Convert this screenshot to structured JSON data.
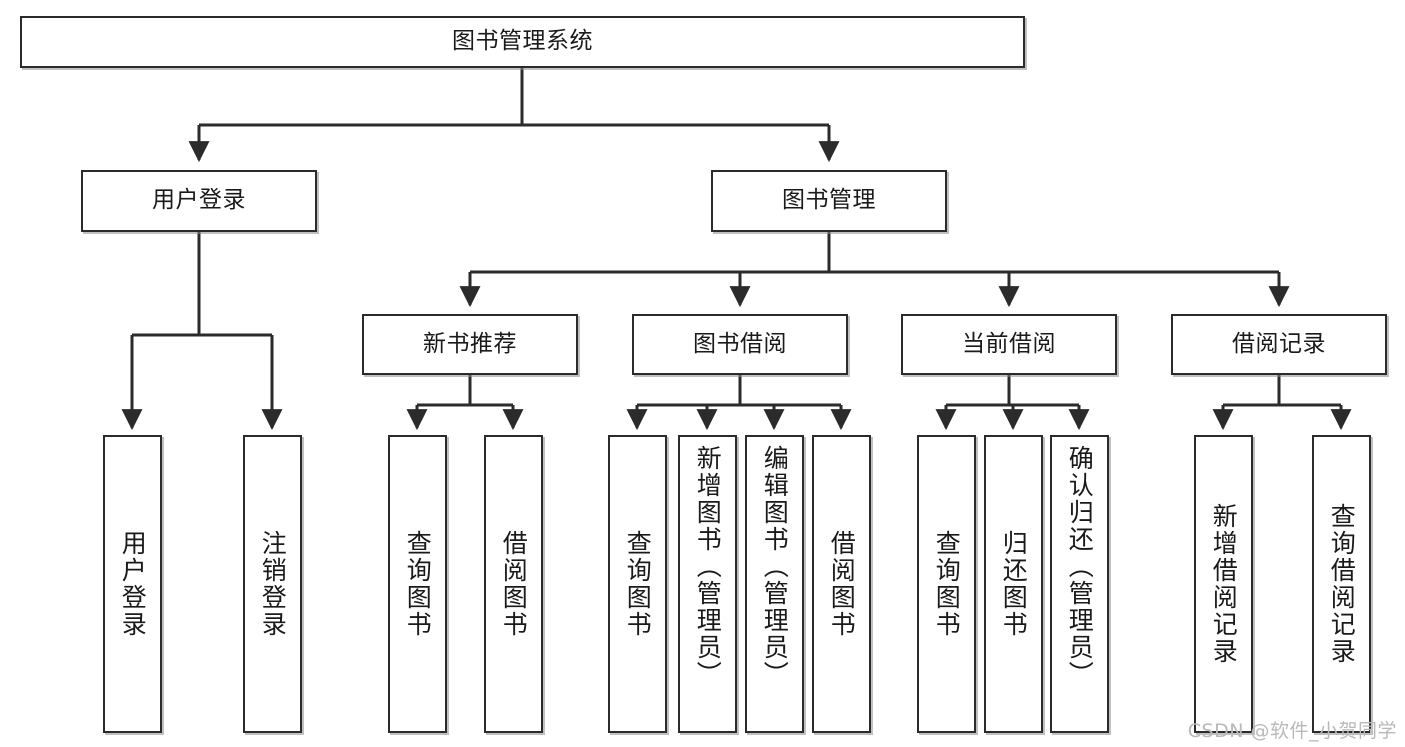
{
  "diagram": {
    "type": "hierarchy-tree",
    "title": "图书管理系统",
    "watermark": "CSDN @软件_小贺同学",
    "colors": {
      "box_border": "#2b2b2b",
      "box_fill": "#ffffff",
      "connector": "#2b2b2b",
      "text": "#1a1a1a",
      "watermark": "#b9b9b9"
    },
    "nodes": {
      "root": "图书管理系统",
      "level1": [
        "用户登录",
        "图书管理"
      ],
      "level2": [
        "新书推荐",
        "图书借阅",
        "当前借阅",
        "借阅记录"
      ],
      "leaves": {
        "user_login": [
          "用户登录",
          "注销登录"
        ],
        "new_book": [
          "查询图书",
          "借阅图书"
        ],
        "book_borrow": [
          "查询图书",
          "新增图书（管理员）",
          "编辑图书（管理员）",
          "借阅图书"
        ],
        "current_borrow": [
          "查询图书",
          "归还图书",
          "确认归还（管理员）"
        ],
        "borrow_record": [
          "新增借阅记录",
          "查询借阅记录"
        ]
      }
    },
    "edges": [
      {
        "from": "图书管理系统",
        "to": "用户登录"
      },
      {
        "from": "图书管理系统",
        "to": "图书管理"
      },
      {
        "from": "图书管理",
        "to": "新书推荐"
      },
      {
        "from": "图书管理",
        "to": "图书借阅"
      },
      {
        "from": "图书管理",
        "to": "当前借阅"
      },
      {
        "from": "图书管理",
        "to": "借阅记录"
      },
      {
        "from": "用户登录",
        "to": "用户登录"
      },
      {
        "from": "用户登录",
        "to": "注销登录"
      },
      {
        "from": "新书推荐",
        "to": "查询图书"
      },
      {
        "from": "新书推荐",
        "to": "借阅图书"
      },
      {
        "from": "图书借阅",
        "to": "查询图书"
      },
      {
        "from": "图书借阅",
        "to": "新增图书（管理员）"
      },
      {
        "from": "图书借阅",
        "to": "编辑图书（管理员）"
      },
      {
        "from": "图书借阅",
        "to": "借阅图书"
      },
      {
        "from": "当前借阅",
        "to": "查询图书"
      },
      {
        "from": "当前借阅",
        "to": "归还图书"
      },
      {
        "from": "当前借阅",
        "to": "确认归还（管理员）"
      },
      {
        "from": "借阅记录",
        "to": "新增借阅记录"
      },
      {
        "from": "借阅记录",
        "to": "查询借阅记录"
      }
    ]
  }
}
